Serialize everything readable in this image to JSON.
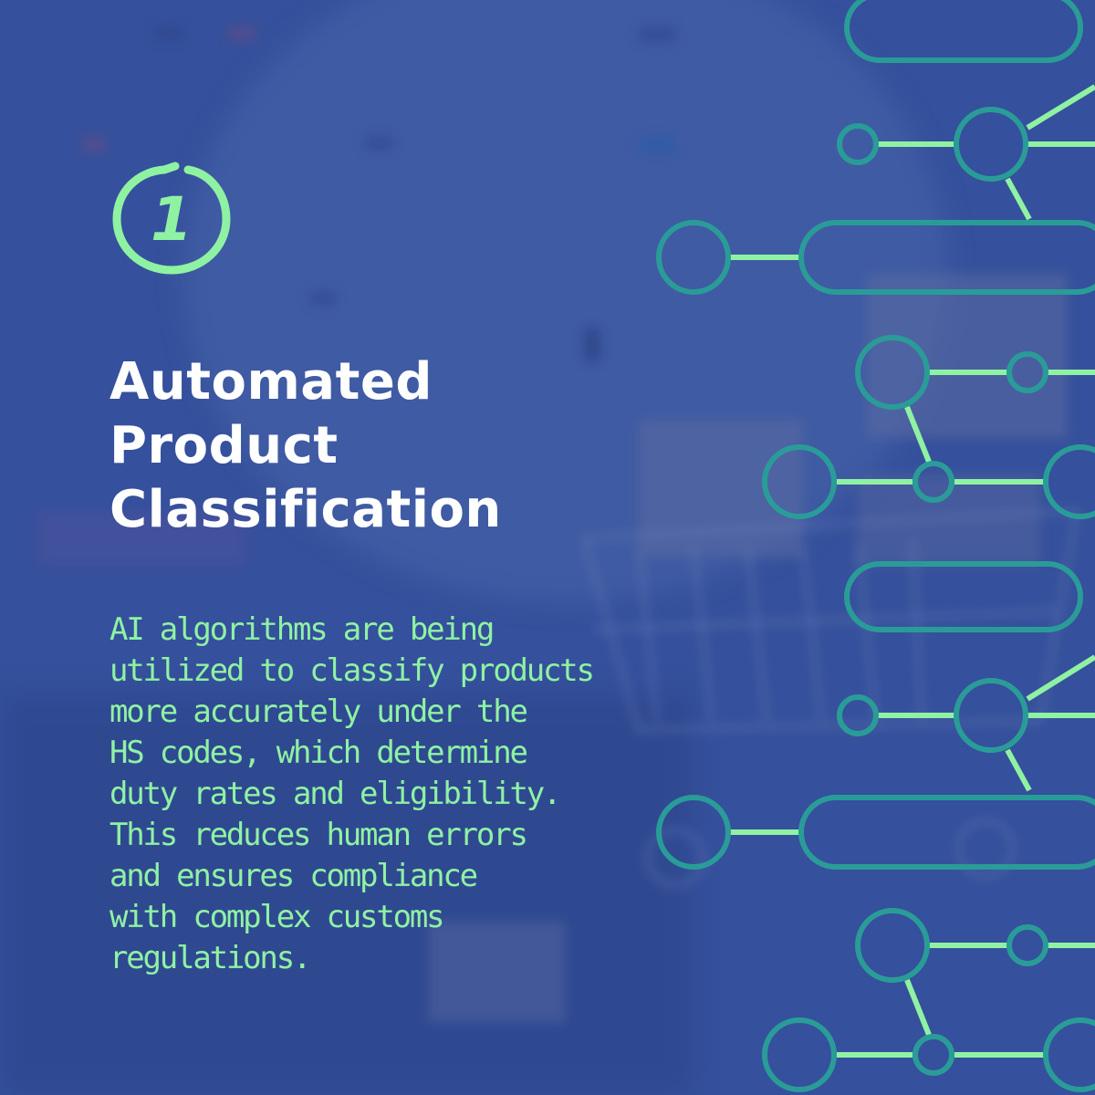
{
  "step": {
    "number": "1"
  },
  "heading": {
    "lines": [
      "Automated",
      "Product",
      "Classification"
    ]
  },
  "description": {
    "lines": [
      "AI algorithms are being",
      "utilized to classify products",
      "more accurately under the",
      "HS codes, which determine",
      "duty rates and eligibility.",
      "This reduces human errors",
      "and ensures compliance",
      "with complex customs",
      "regulations."
    ]
  },
  "colors": {
    "background": "#3a559c",
    "overlay": "#2f4a9a",
    "accent_green": "#8ff2a3",
    "teal": "#2a9c98",
    "heading": "#ffffff"
  },
  "icons": {
    "step_badge": "circled-number-icon",
    "decoration": "network-nodes-icon"
  }
}
